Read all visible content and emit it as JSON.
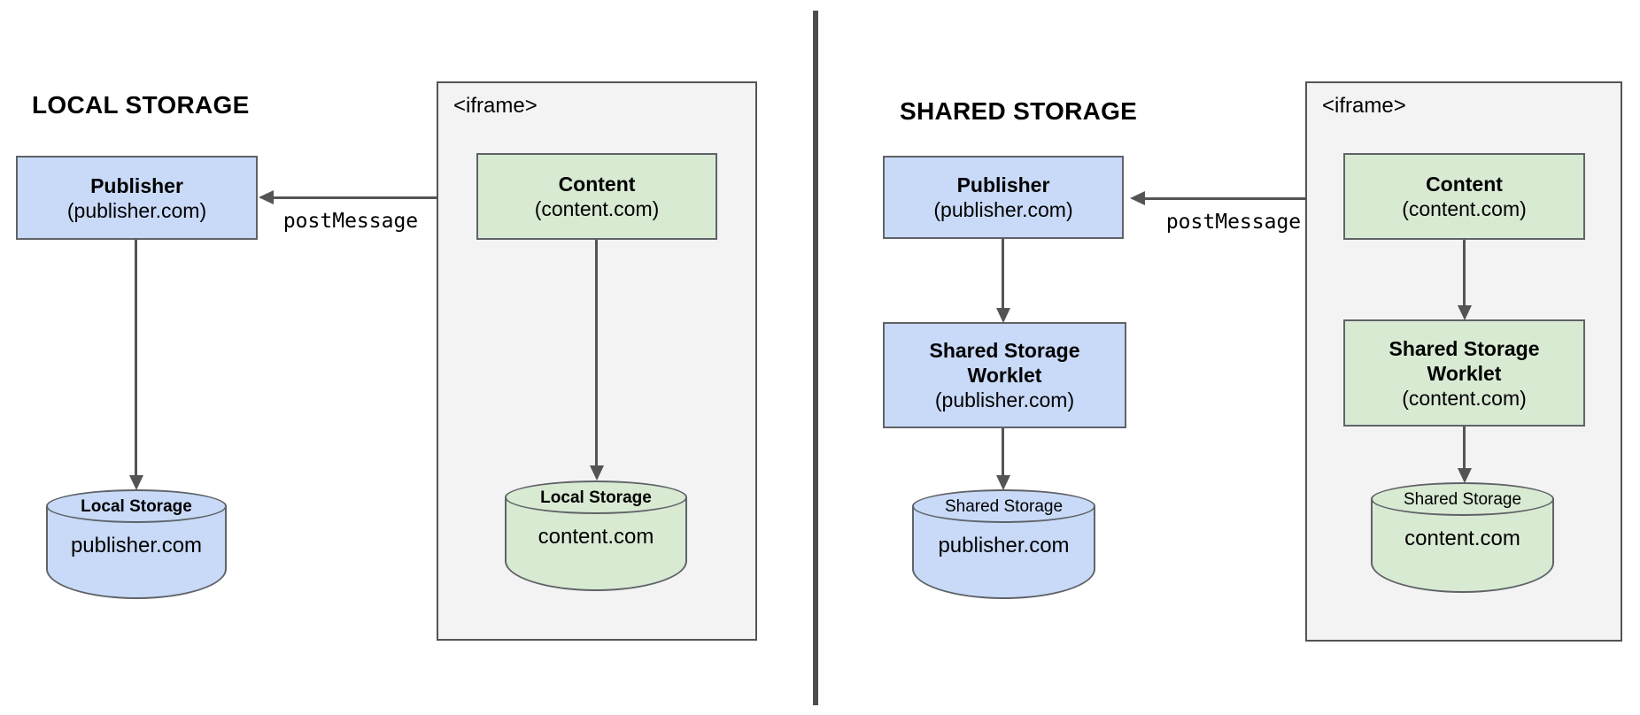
{
  "colors": {
    "blue_fill": "#c9daf8",
    "green_fill": "#d9ead3",
    "frame_fill": "#f3f3f3",
    "frame_border": "#545454",
    "border": "#5f6368",
    "arrow": "#545454"
  },
  "left": {
    "title": "LOCAL STORAGE",
    "iframe_label": "<iframe>",
    "post_message": "postMessage",
    "publisher": {
      "name": "Publisher",
      "domain": "(publisher.com)"
    },
    "content": {
      "name": "Content",
      "domain": "(content.com)"
    },
    "publisher_storage": {
      "label": "Local Storage",
      "domain": "publisher.com"
    },
    "content_storage": {
      "label": "Local Storage",
      "domain": "content.com"
    }
  },
  "right": {
    "title": "SHARED STORAGE",
    "iframe_label": "<iframe>",
    "post_message": "postMessage",
    "publisher": {
      "name": "Publisher",
      "domain": "(publisher.com)"
    },
    "content": {
      "name": "Content",
      "domain": "(content.com)"
    },
    "publisher_worklet": {
      "line1": "Shared Storage",
      "line2": "Worklet",
      "domain": "(publisher.com)"
    },
    "content_worklet": {
      "line1": "Shared Storage",
      "line2": "Worklet",
      "domain": "(content.com)"
    },
    "publisher_storage": {
      "label": "Shared Storage",
      "domain": "publisher.com"
    },
    "content_storage": {
      "label": "Shared Storage",
      "domain": "content.com"
    }
  }
}
